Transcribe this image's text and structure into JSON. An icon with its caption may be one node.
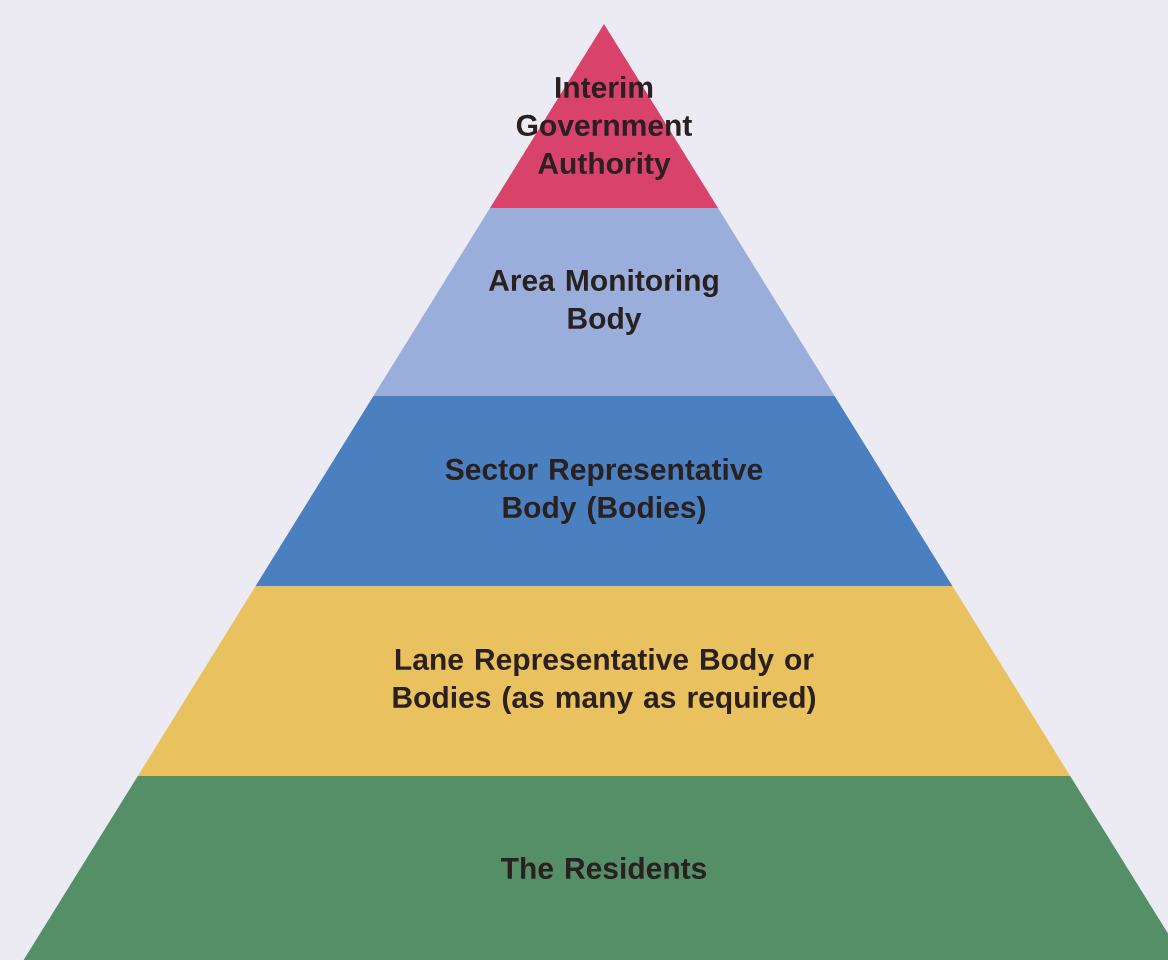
{
  "diagram": {
    "nodes": [
      {
        "text": [
          "Interim Government Authority"
        ]
      },
      {
        "text": [
          "Area Monitoring Body"
        ]
      },
      {
        "text": [
          "Sector Representative Body (Bodies)"
        ]
      },
      {
        "text": [
          "Lane Representative Body or Bodies (as many as required)"
        ]
      },
      {
        "text": [
          "The Residents"
        ]
      }
    ]
  }
}
